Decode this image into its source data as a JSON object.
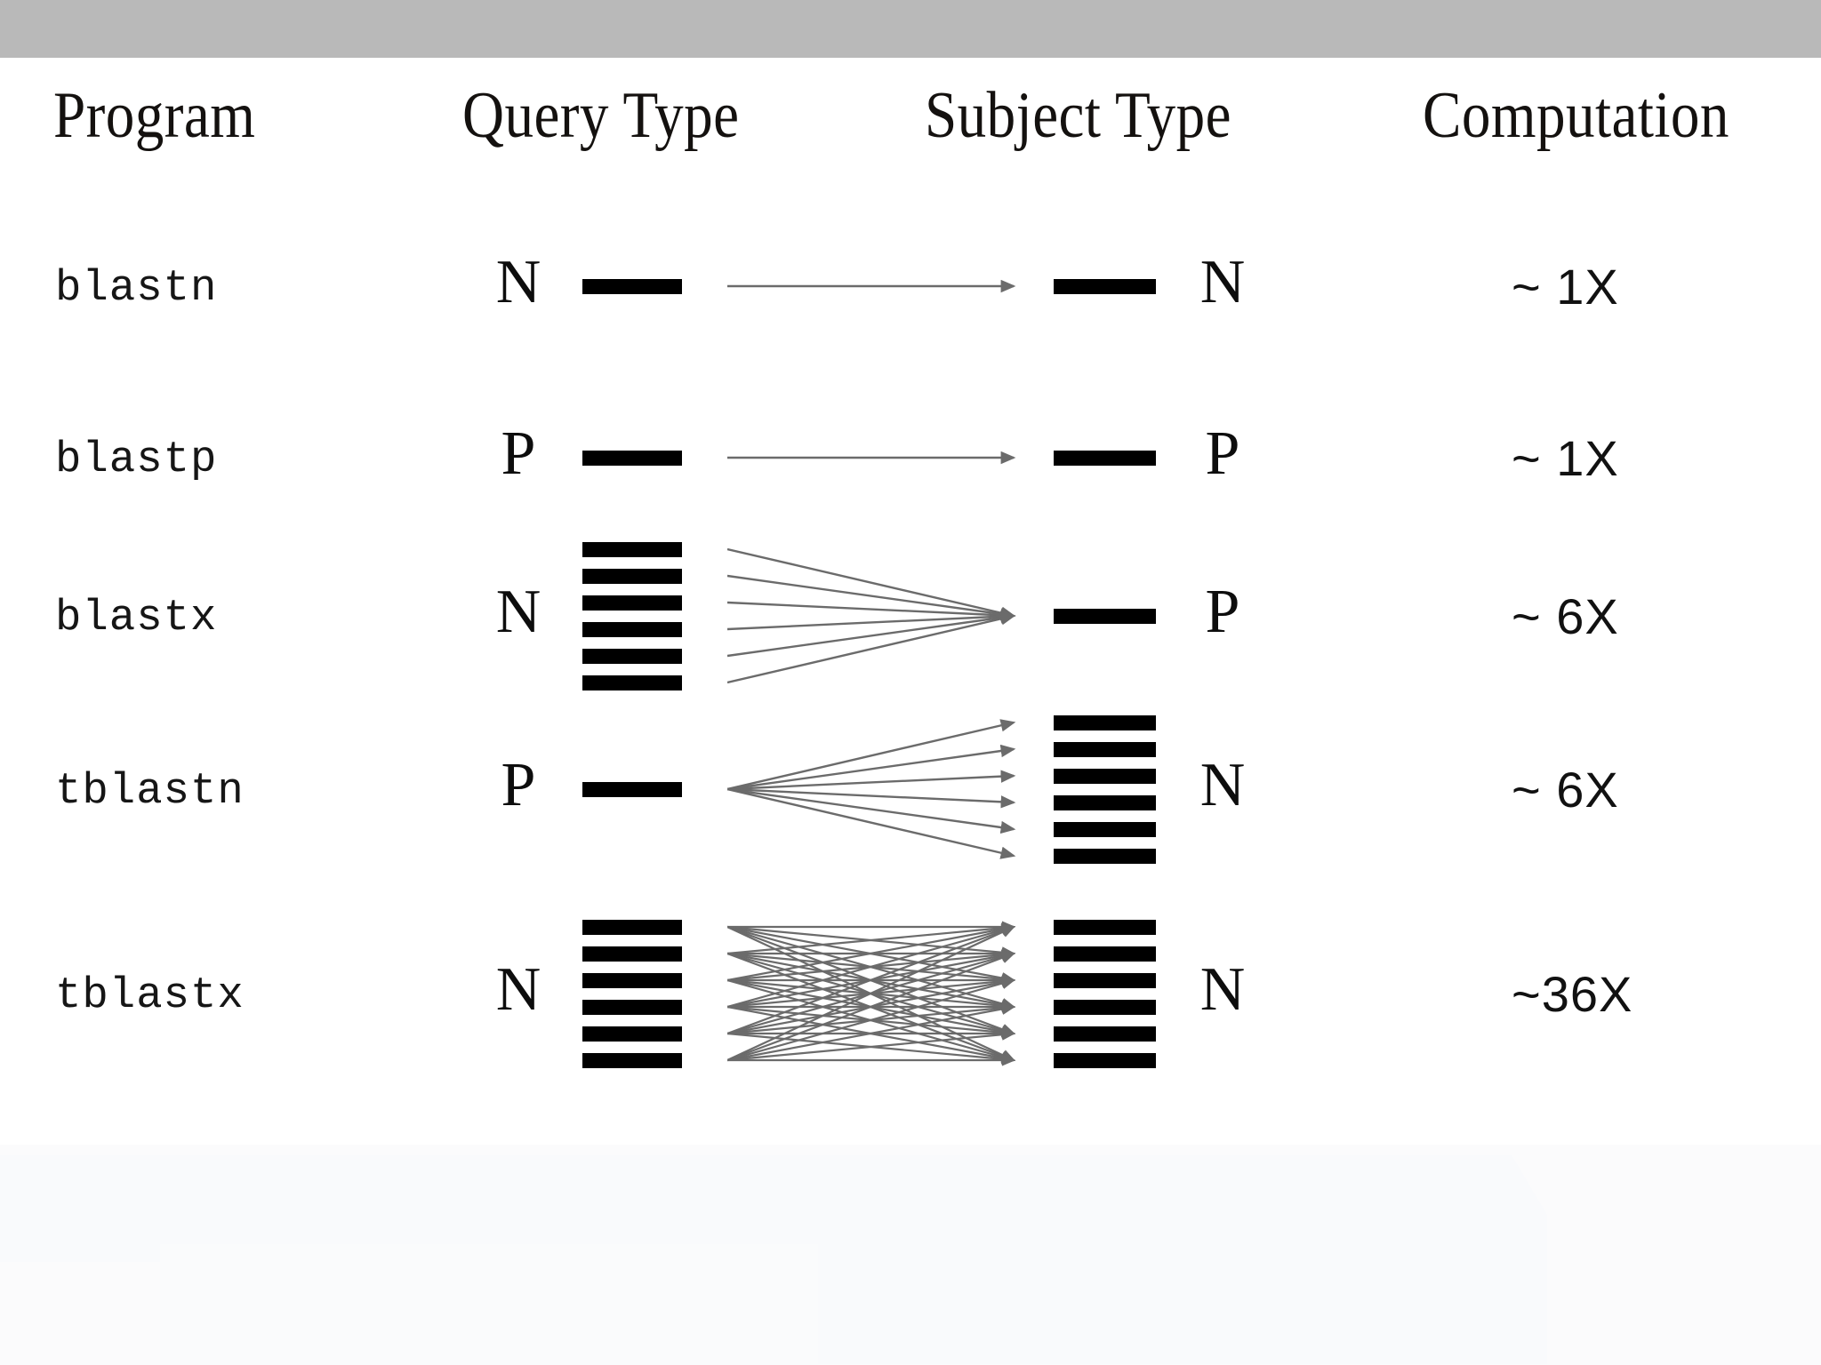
{
  "slide": {
    "background_color": "#ffffff",
    "top_band_color": "#b9b9b9",
    "bar_color": "#000000",
    "arrow_color": "#6b6b6b"
  },
  "table": {
    "headers": [
      {
        "key": "program",
        "label": "Program"
      },
      {
        "key": "query_type",
        "label": "Query Type"
      },
      {
        "key": "subject_type",
        "label": "Subject Type"
      },
      {
        "key": "computation",
        "label": "Computation"
      }
    ],
    "rows": [
      {
        "program": "blastn",
        "query_letter": "N",
        "query_bars": 1,
        "subject_letter": "N",
        "subject_bars": 1,
        "arrows": 1,
        "computation": "~ 1X"
      },
      {
        "program": "blastp",
        "query_letter": "P",
        "query_bars": 1,
        "subject_letter": "P",
        "subject_bars": 1,
        "arrows": 1,
        "computation": "~ 1X"
      },
      {
        "program": "blastx",
        "query_letter": "N",
        "query_bars": 6,
        "subject_letter": "P",
        "subject_bars": 1,
        "arrows": 6,
        "computation": "~ 6X"
      },
      {
        "program": "tblastn",
        "query_letter": "P",
        "query_bars": 1,
        "subject_letter": "N",
        "subject_bars": 6,
        "arrows": 6,
        "computation": "~ 6X"
      },
      {
        "program": "tblastx",
        "query_letter": "N",
        "query_bars": 6,
        "subject_letter": "N",
        "subject_bars": 6,
        "arrows": 36,
        "computation": "~36X"
      }
    ]
  }
}
